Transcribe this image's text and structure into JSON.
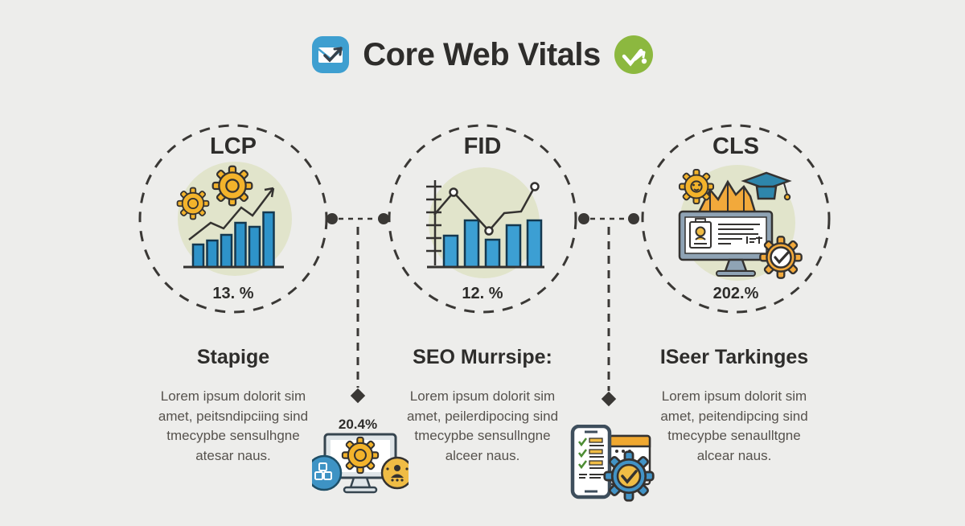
{
  "title": "Core Web Vitals",
  "header": {
    "left_icon": "envelope-check-icon",
    "right_icon": "route-check-icon"
  },
  "metrics": [
    {
      "label": "LCP",
      "value": "13. %",
      "illustration": "growth-bar-chart-with-gears",
      "heading": "Stapige",
      "body": "Lorem ipsum dolorit sim amet, peitsndipciing sind tmecypbe sensulhgne atesar naus."
    },
    {
      "label": "FID",
      "value": "12. %",
      "illustration": "bar-chart-with-trend-line-markers",
      "heading": "SEO Murrsipe:",
      "body": "Lorem ipsum dolorit sim amet, peilerdipocing sind tmecypbe sensullngne alceer naus."
    },
    {
      "label": "CLS",
      "value": "202.%",
      "illustration": "monitor-id-card-graduation-gears",
      "heading": "ISeer Tarkinges",
      "body": "Lorem ipsum dolorit sim amet, peitendipcing sind tmecypbe senaulltgne alcear naus."
    }
  ],
  "connectors": [
    {
      "label": "20.4%",
      "illustration": "desktop-gear-team"
    },
    {
      "label": "",
      "illustration": "phone-checklist-gear"
    }
  ],
  "colors": {
    "background": "#EDEDEB",
    "ink": "#343230",
    "body_text": "#56524D",
    "sage_circle": "#E1E4CB",
    "bar_blue": "#2E93C9",
    "gear_yellow": "#F3B32B",
    "accent_orange": "#F0A830",
    "monitor_slate": "#8FA3B4",
    "badge_blue": "#3E9FD0",
    "badge_green": "#8CB83F"
  }
}
